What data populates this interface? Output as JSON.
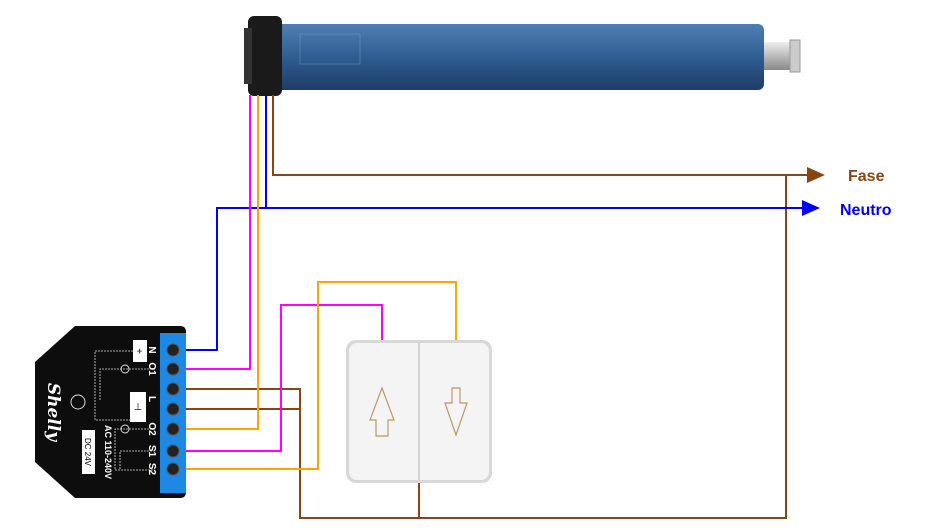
{
  "labels": {
    "phase": "Fase",
    "neutral": "Neutro"
  },
  "relay": {
    "brand": "Shelly",
    "ac_rating": "AC 110-240V",
    "dc_rating": "DC 24V",
    "plus": "+",
    "ground": "⊥",
    "terminals": [
      "N",
      "O1",
      "L",
      "O2",
      "S1",
      "S2"
    ]
  },
  "colors": {
    "phase": "#8B4513",
    "neutral": "#0000FF",
    "pink": "#FF00FF",
    "orange": "#FFA500",
    "motor": "#2F5E92",
    "terminal_block": "#1E88E5"
  }
}
